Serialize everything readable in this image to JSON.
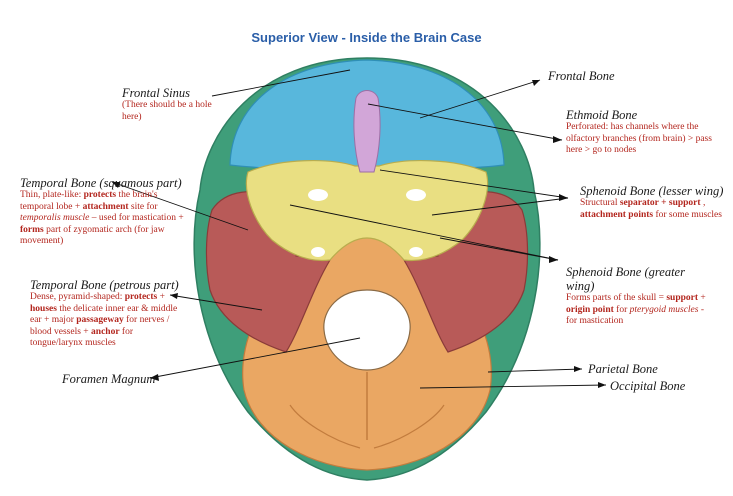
{
  "title": "Superior View - Inside the Brain Case",
  "colors": {
    "frontal": "#58b7dc",
    "ethmoid": "#d2a6d8",
    "sphenoid": "#e9df82",
    "temporal": "#b85a58",
    "parietal": "#3f9e7a",
    "occipital": "#eaa763",
    "label_text": "#1a1a1a",
    "desc_text": "#b3261e",
    "title": "#2a5ea8"
  },
  "labels": {
    "frontal_sinus": {
      "name": "Frontal Sinus",
      "note": "(There should be a hole here)"
    },
    "frontal_bone": {
      "name": "Frontal Bone"
    },
    "ethmoid": {
      "name": "Ethmoid Bone",
      "desc": "Perforated: has channels where the olfactory branches (from brain) > pass here > go to nodes"
    },
    "temporal_squamous": {
      "name": "Temporal Bone (squamous part)",
      "desc_parts": [
        "Thin, plate-like: ",
        "protects",
        " the brain's temporal lobe + ",
        "attachment",
        " site for ",
        "temporalis muscle",
        " – used for mastication + ",
        "forms",
        " part of zygomatic arch (for jaw movement)"
      ]
    },
    "sphenoid_lesser": {
      "name": "Sphenoid Bone (lesser wing)",
      "desc_parts": [
        "Structural ",
        "separator + support",
        " , ",
        "attachment points",
        " for some muscles"
      ]
    },
    "temporal_petrous": {
      "name": "Temporal Bone (petrous part)",
      "desc_parts": [
        "Dense, pyramid-shaped: ",
        "protects",
        " + ",
        "houses",
        " the delicate inner ear & middle ear + major ",
        "passageway",
        " for nerves / blood vessels + ",
        "anchor",
        " for tongue/larynx muscles"
      ]
    },
    "sphenoid_greater": {
      "name": "Sphenoid Bone (greater wing)",
      "desc_parts": [
        "Forms parts of the skull = ",
        "support",
        " + ",
        "origin point",
        " for ",
        "pterygoid muscles",
        " - for mastication"
      ]
    },
    "foramen_magnum": {
      "name": "Foramen Magnum"
    },
    "parietal": {
      "name": "Parietal Bone"
    },
    "occipital": {
      "name": "Occipital Bone"
    }
  }
}
